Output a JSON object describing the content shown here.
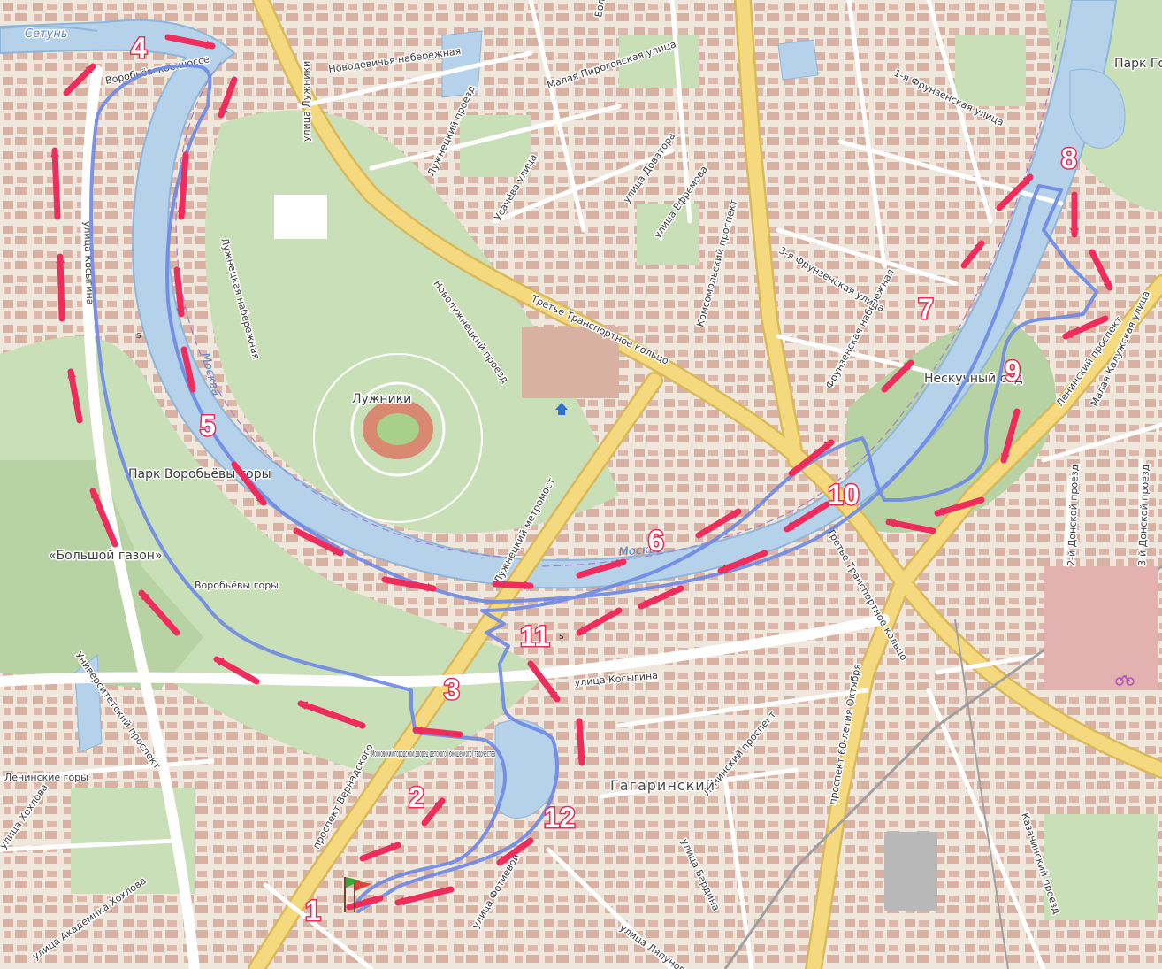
{
  "colors": {
    "land": "#efe6dc",
    "park": "#c9dfb7",
    "park_dark": "#b7d3a4",
    "water": "#b5d2ea",
    "water_edge": "#8fb6d9",
    "building": "#d9b1a3",
    "road_major": "#f5d97e",
    "road_major_edge": "#d9b95b",
    "road_minor": "#ffffff",
    "route": "#6d88e6",
    "arrow": "#ee2d5d"
  },
  "labels": {
    "setun": "Сетунь",
    "vorobyovskoe_shosse": "Воробьёвское шоссе",
    "novodevichya_nab": "Новодевичья набережная",
    "luzhnetsky_proezd": "Лужнецкий проезд",
    "malaya_pirogovskaya": "Малая Пироговская улица",
    "usacheva": "Усачёва улица",
    "luzhniki_street": "улица Лужники",
    "dovatora": "улица Доватора",
    "efremova": "улица Ефремова",
    "komsomolsky": "Комсомольский проспект",
    "frunzenskaya_nab": "Фрунзенская набережная",
    "third_ring": "Третье Транспортное кольцо",
    "leninsky": "Ленинский проспект",
    "kosygina": "улица Косыгина",
    "universitetsky": "Университетский проспект",
    "vernadskogo": "проспект Вернадского",
    "october_60": "проспект 60-летия Октября",
    "fotievoy": "улица Фотиевой",
    "bardina": "улица Бардина",
    "lyapunova": "улица Ляпунова",
    "luzhniki": "Лужники",
    "park_vorobyovy": "Парк Воробьёвы горы",
    "vorobyovy_gory": "Воробьёвы горы",
    "bolshoy_gazon": "«Большой газон»",
    "neskuchny_sad": "Нескучный сад",
    "park_gorkogo": "Парк Го",
    "moskva_river": "Москва",
    "gagarinsky": "Гагаринский",
    "moskovsky_dvorets": "Московский городской дворец детского (юношеского) творчества",
    "leninskie_gory": "Ленинские горы",
    "kazachinsky": "Казачинский проезд",
    "luzhnetsky_metromost": "Лужнецкий метромост",
    "malaya_kaluzhskaya": "Малая Калужская улица",
    "donskoy_2": "2-й Донской проезд",
    "donskoy_3": "3-й Донской проезд",
    "luzhnetskaya_nab": "Лужнецкая набережная",
    "novoluzhnetsky": "Новолужнецкий проезд",
    "frunzenskaya_1": "1-я Фрунзенская улица",
    "frunzenskaya_3": "3-я Фрунзенская улица",
    "bolshaya": "Большая",
    "hohlova": "улица Хохлова",
    "akademika": "улица Академика Хохлова",
    "s1": "s",
    "s2": "s"
  },
  "stops": [
    "1",
    "2",
    "3",
    "4",
    "5",
    "6",
    "7",
    "8",
    "9",
    "10",
    "11",
    "12"
  ],
  "icons": {
    "start_flag": "flag-icon",
    "bicycle": "bicycle-icon",
    "shelter": "shelter-icon"
  }
}
